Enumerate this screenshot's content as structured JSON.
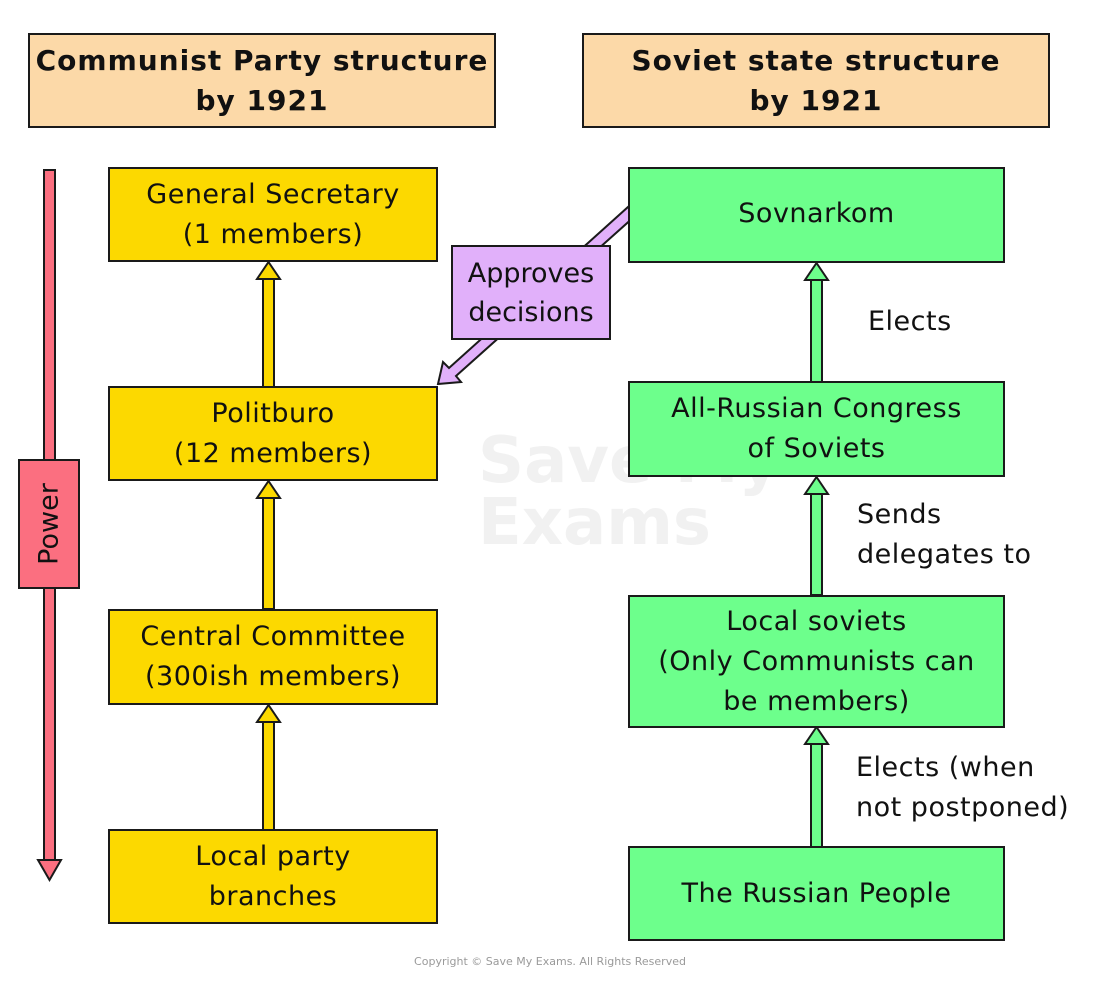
{
  "headers": {
    "party": [
      "Communist Party structure",
      "by 1921"
    ],
    "soviet": [
      "Soviet state structure",
      "by 1921"
    ]
  },
  "party": {
    "general_secretary": [
      "General Secretary",
      "(1 members)"
    ],
    "politburo": [
      "Politburo",
      "(12 members)"
    ],
    "central_committee": [
      "Central Committee",
      "(300ish members)"
    ],
    "local_branches": [
      "Local party",
      "branches"
    ]
  },
  "soviet": {
    "sovnarkom": [
      "Sovnarkom"
    ],
    "congress": [
      "All-Russian Congress",
      "of Soviets"
    ],
    "local_soviets": [
      "Local soviets",
      "(Only Communists can",
      "be members)"
    ],
    "people": [
      "The Russian People"
    ]
  },
  "edge_labels": {
    "approves": [
      "Approves",
      "decisions"
    ],
    "elects_top": [
      "Elects"
    ],
    "sends": [
      "Sends",
      "delegates to"
    ],
    "elects_bottom": [
      "Elects (when",
      "not postponed)"
    ]
  },
  "power_label": "Power",
  "watermark": [
    "Save My",
    "Exams"
  ],
  "copyright": "Copyright © Save My Exams. All Rights Reserved",
  "colors": {
    "header_fill": "#fcd9a8",
    "party_fill": "#fcd900",
    "soviet_fill": "#6dff8c",
    "approves_fill": "#e1b0fa",
    "power_fill": "#fb6f80"
  }
}
